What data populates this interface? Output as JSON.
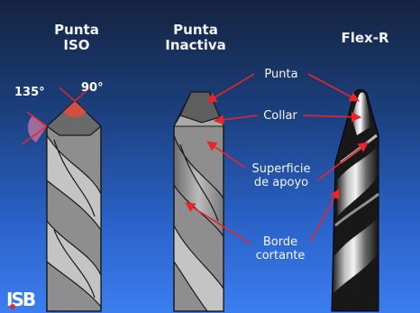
{
  "headings": {
    "iso_line1": "Punta",
    "iso_line2": "ISO",
    "inactive_line1": "Punta",
    "inactive_line2": "Inactiva",
    "flexr": "Flex-R"
  },
  "angles": {
    "a135": "135°",
    "a90": "90°"
  },
  "labels": {
    "punta": "Punta",
    "collar": "Collar",
    "superficie_line1": "Superficie",
    "superficie_line2": "de apoyo",
    "borde_line1": "Borde",
    "borde_line2": "cortante"
  },
  "colors": {
    "arrow": "#e8252b",
    "drill_gray": "#9a9a9a",
    "background_top": "#15233f",
    "background_bottom": "#3b7ef0"
  },
  "logo": {
    "text": "ISB",
    "icon": "isb-logo"
  }
}
